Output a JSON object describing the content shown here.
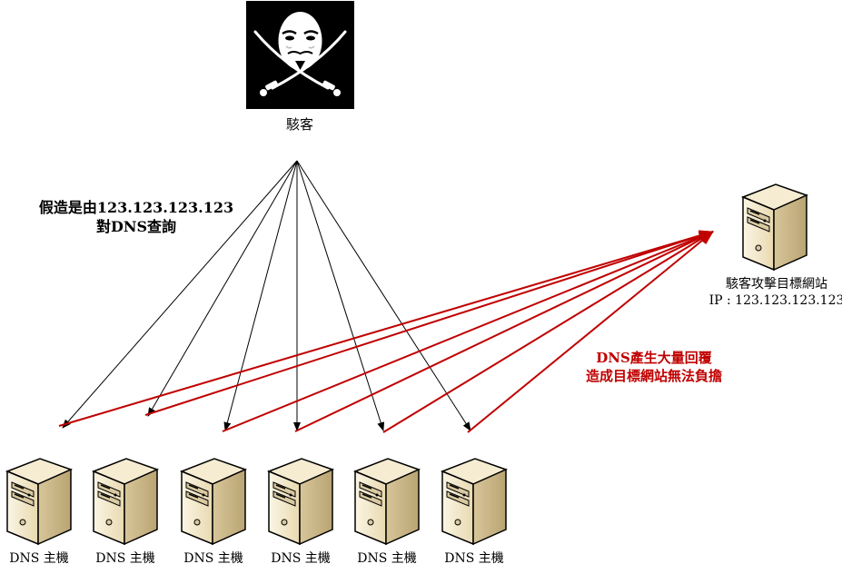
{
  "hacker": {
    "label": "駭客"
  },
  "spoof_note": {
    "line1": "假造是由123.123.123.123",
    "line2": "對DNS查詢"
  },
  "amplify_note": {
    "line1": "DNS產生大量回覆",
    "line2": "造成目標網站無法負擔"
  },
  "target": {
    "name": "駭客攻擊目標網站",
    "ip": "IP : 123.123.123.123"
  },
  "dns_servers": [
    {
      "label": "DNS 主機"
    },
    {
      "label": "DNS 主機"
    },
    {
      "label": "DNS 主機"
    },
    {
      "label": "DNS 主機"
    },
    {
      "label": "DNS 主機"
    },
    {
      "label": "DNS 主機"
    }
  ],
  "colors": {
    "query_line": "#000000",
    "response_line": "#c00000",
    "server_body": "#f1e6c8"
  }
}
